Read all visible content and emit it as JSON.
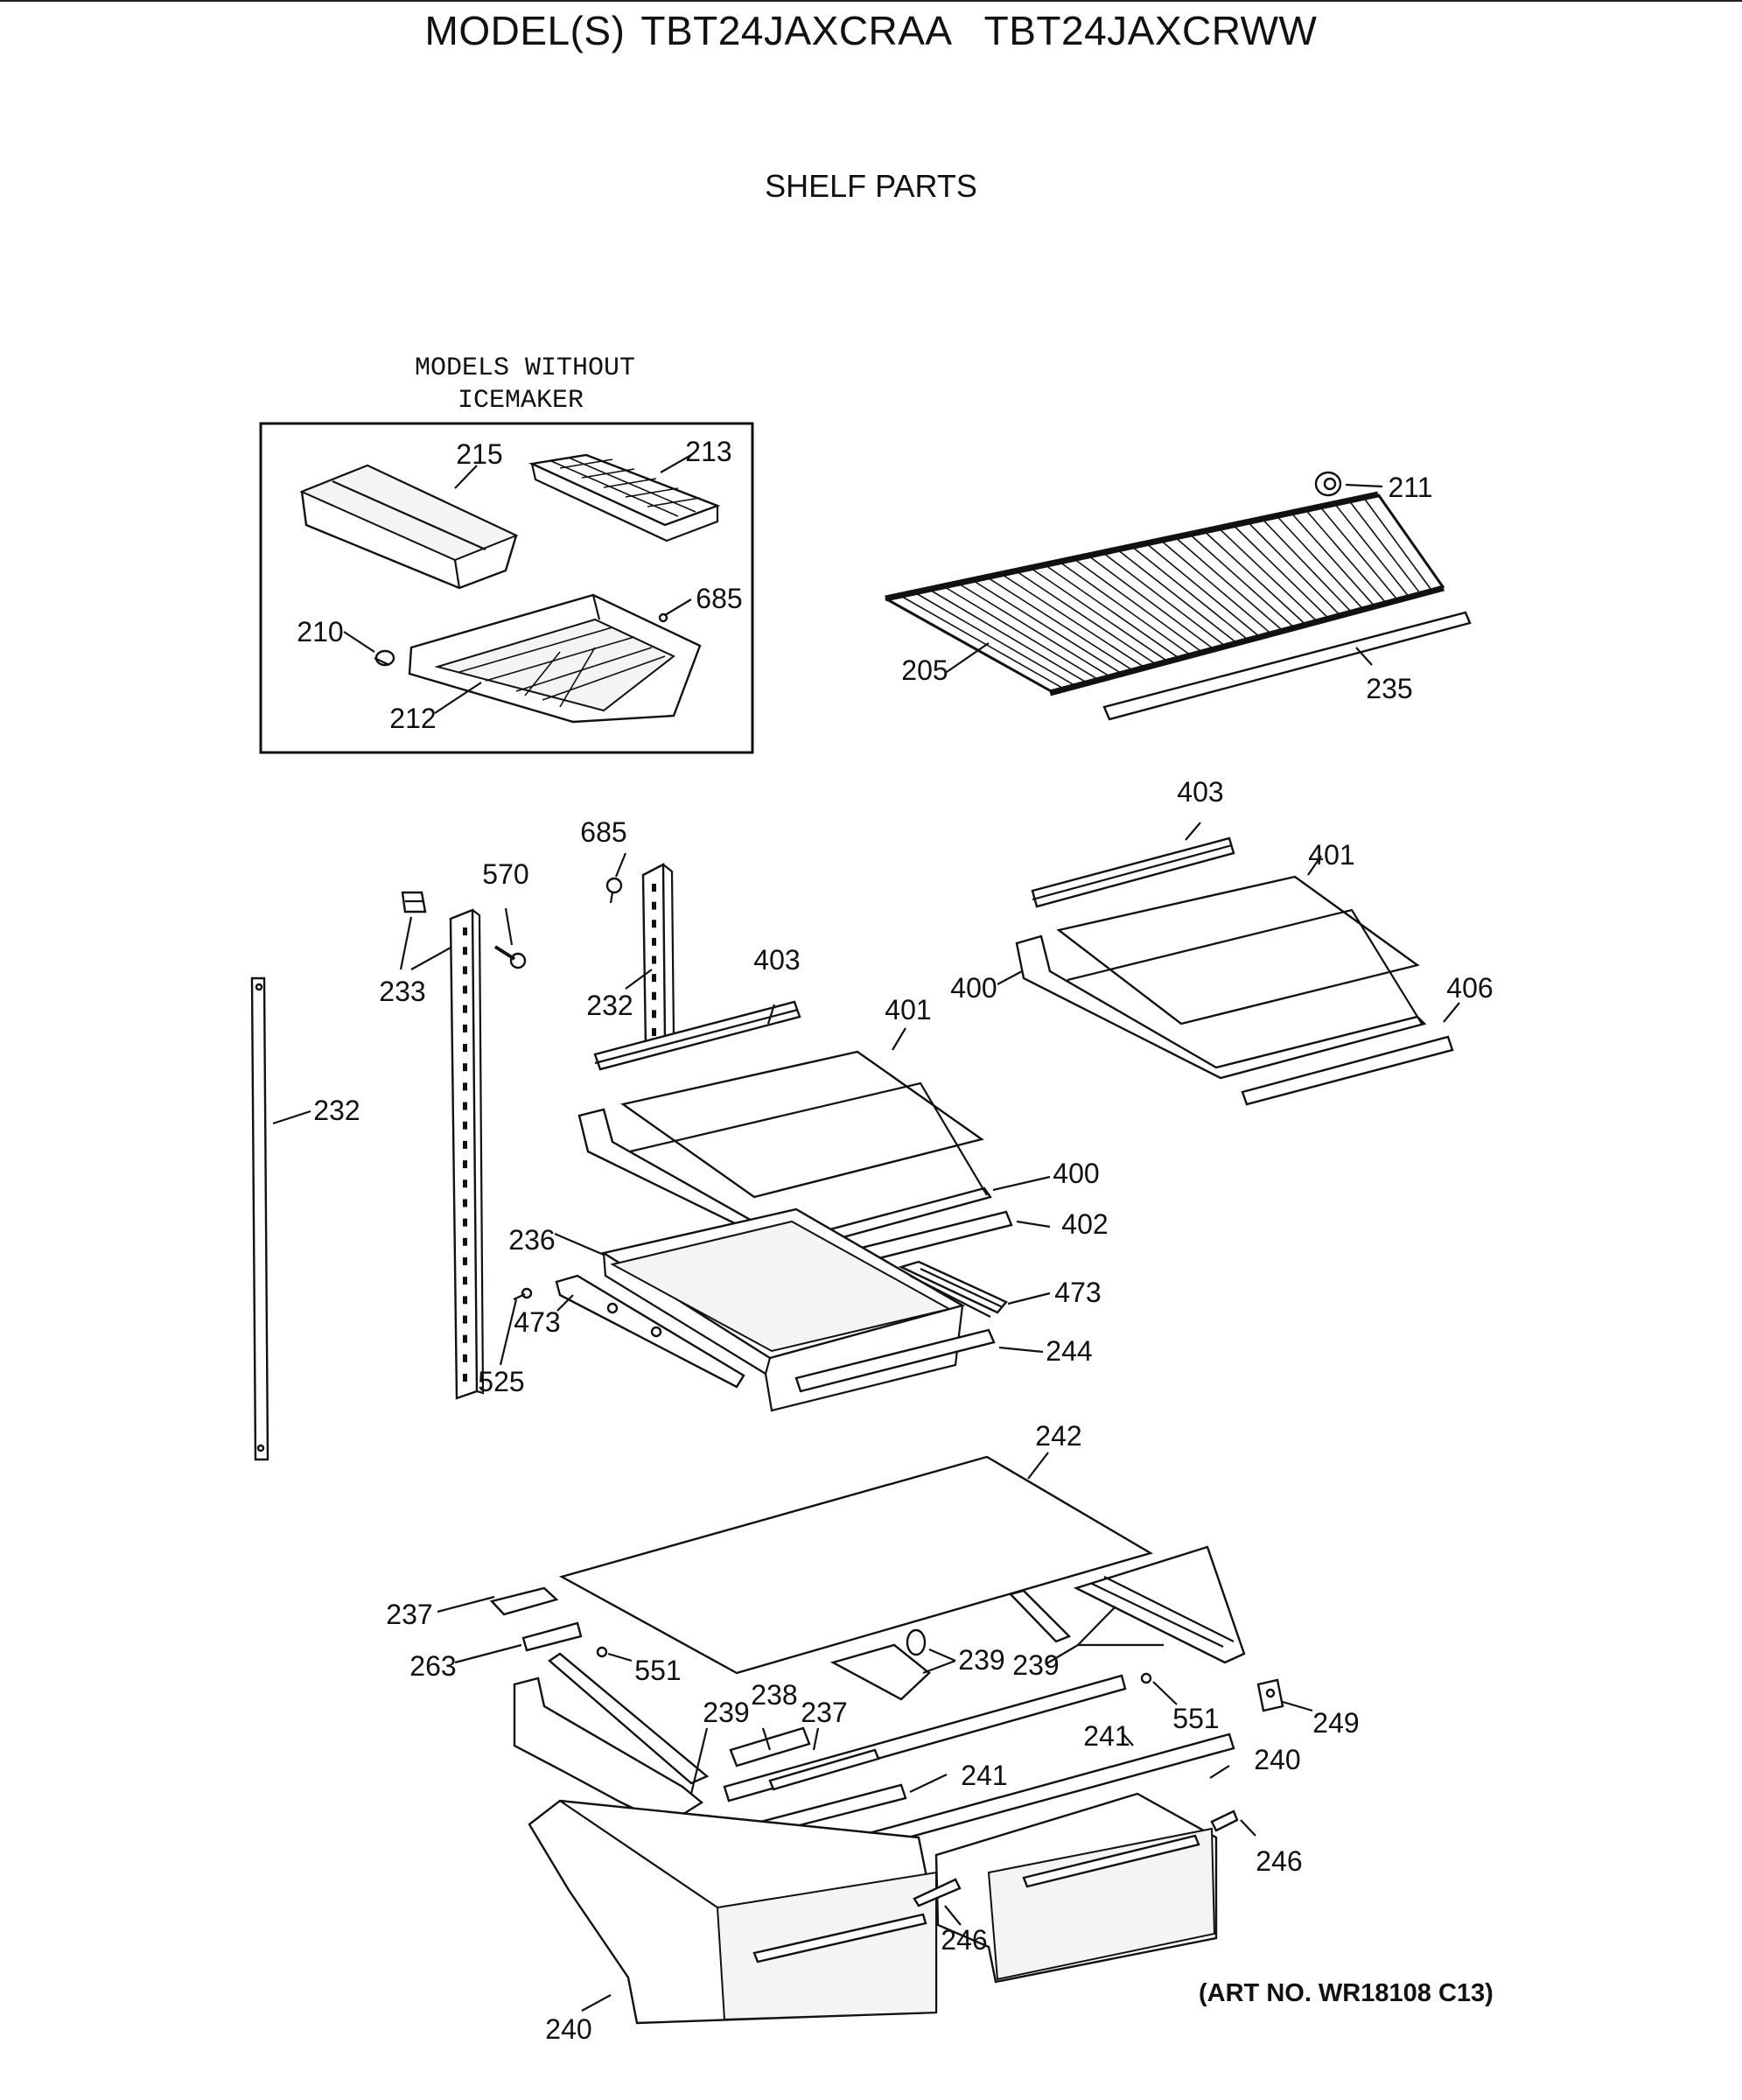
{
  "header": {
    "model_prefix": "MODEL(S)",
    "models": [
      "TBT24JAXCRAA",
      "TBT24JAXCRWW"
    ],
    "section_title": "SHELF PARTS"
  },
  "inset": {
    "caption_line1": "MODELS WITHOUT",
    "caption_line2": "ICEMAKER"
  },
  "callouts": {
    "c215": "215",
    "c213": "213",
    "c685a": "685",
    "c210": "210",
    "c212": "212",
    "c211": "211",
    "c205": "205",
    "c235": "235",
    "c403a": "403",
    "c401a": "401",
    "c400a": "400",
    "c406": "406",
    "c685b": "685",
    "c570": "570",
    "c233": "233",
    "c232a": "232",
    "c232b": "232",
    "c403b": "403",
    "c401b": "401",
    "c400b": "400",
    "c402": "402",
    "c236": "236",
    "c473a": "473",
    "c473b": "473",
    "c525": "525",
    "c244": "244",
    "c242": "242",
    "c237a": "237",
    "c263": "263",
    "c551a": "551",
    "c239a": "239",
    "c239b": "239",
    "c239c": "239",
    "c238": "238",
    "c237b": "237",
    "c551b": "551",
    "c249": "249",
    "c241a": "241",
    "c241b": "241",
    "c240a": "240",
    "c240b": "240",
    "c246a": "246",
    "c246b": "246"
  },
  "footer": {
    "art_number": "(ART NO. WR18108 C13)"
  }
}
